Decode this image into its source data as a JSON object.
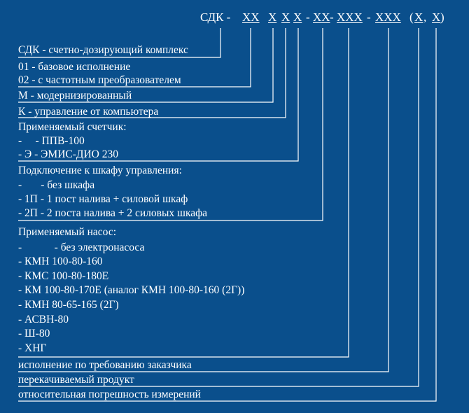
{
  "code": {
    "prefix": "СДК -",
    "seg_xx1": "ХХ",
    "seg_x1": "Х",
    "seg_x2": "Х",
    "seg_x3": "Х",
    "dash1": "-",
    "seg_xx2": "ХХ",
    "dash2": "-",
    "seg_xxx1": "ХХХ",
    "dash3": "-",
    "seg_xxx2": "ХХХ",
    "paren_open": "(",
    "seg_x4": "Х",
    "comma": ",",
    "seg_x5": "Х",
    "paren_close": ")"
  },
  "legend": {
    "sdk": "СДК - счетно-дозирующий комплекс",
    "version": [
      "01 - базовое исполнение",
      "02 - с частотным преобразователем"
    ],
    "modernized": "М - модернизированный",
    "computer": "К - управление от компьютера",
    "meter": {
      "title": "Применяемый счетчик:",
      "items": [
        "-     - ППВ-100",
        "- Э - ЭМИС-ДИО 230"
      ]
    },
    "cabinet": {
      "title": "Подключение к шкафу управления:",
      "items": [
        "-       - без шкафа",
        "- 1П - 1 пост налива + силовой шкаф",
        "- 2П - 2 поста налива + 2 силовых шкафа"
      ]
    },
    "pump": {
      "title": "Применяемый насос:",
      "items": [
        "-            - без электронасоса",
        "- КМН 100-80-160",
        "- КМС 100-80-180Е",
        "- КМ 100-80-170Е (аналог КМН 100-80-160 (2Г))",
        "- КМН 80-65-165 (2Г)",
        "- АСВН-80",
        "- Ш-80",
        "- ХНГ"
      ]
    },
    "custom": "исполнение по требованию заказчика",
    "product": "перекачиваемый продукт",
    "error": "относительная погрешность измерений"
  }
}
